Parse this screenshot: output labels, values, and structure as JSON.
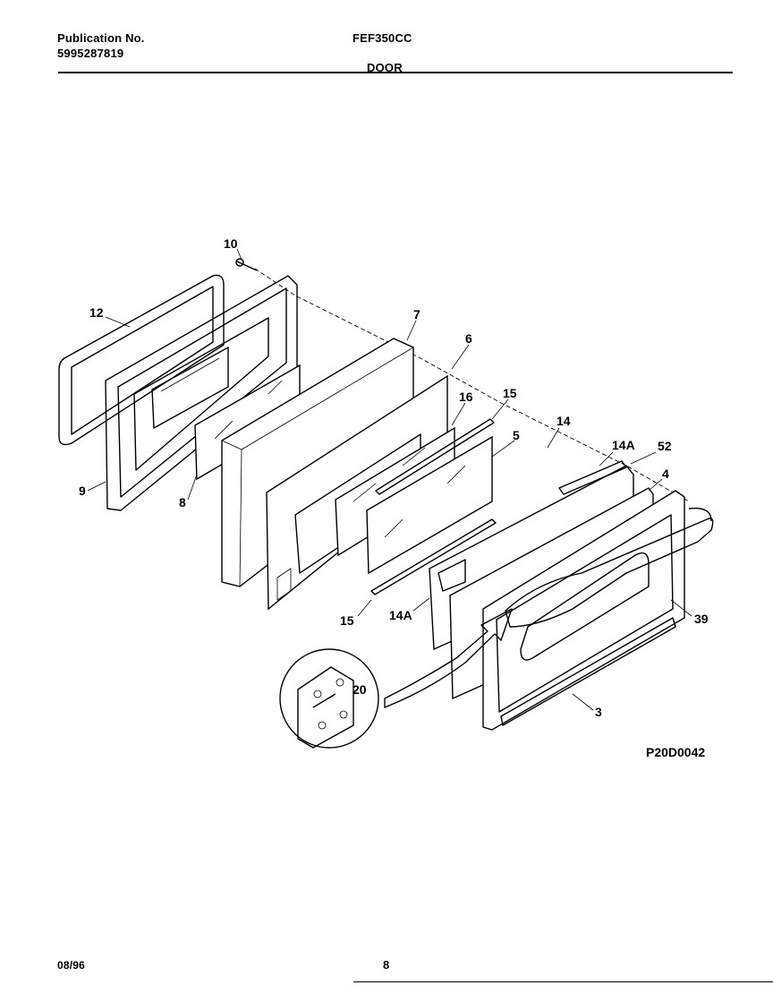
{
  "header": {
    "publication_label": "Publication No.",
    "publication_number": "5995287819",
    "model": "FEF350CC",
    "section": "DOOR"
  },
  "diagram": {
    "callouts": [
      "10",
      "12",
      "9",
      "8",
      "7",
      "6",
      "16",
      "15",
      "5",
      "14",
      "14A",
      "52",
      "4",
      "39",
      "3",
      "15",
      "14A",
      "20"
    ],
    "figure_id": "P20D0042"
  },
  "footer": {
    "date": "08/96",
    "page": "8"
  }
}
